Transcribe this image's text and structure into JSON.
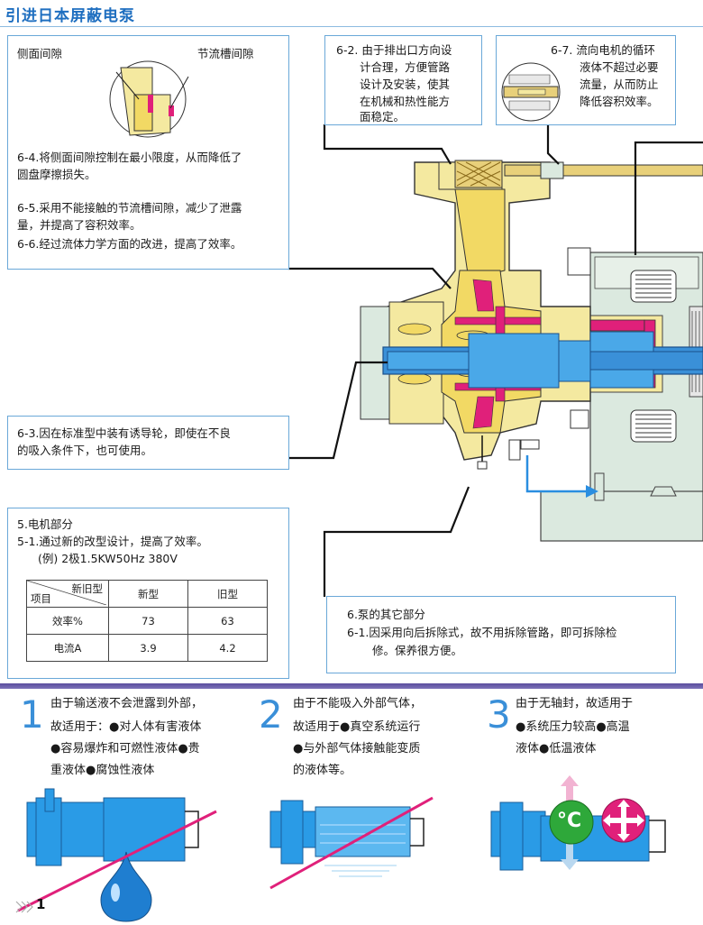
{
  "header": {
    "title": "引进日本屏蔽电泵"
  },
  "box_64": {
    "label_side": "侧面间隙",
    "label_groove": "节流槽间隙",
    "lines": [
      "6-4.将侧面间隙控制在最小限度，从而降低了",
      "圆盘摩擦损失。",
      "6-5.采用不能接触的节流槽间隙，减少了泄露",
      "量，并提高了容积效率。",
      "6-6.经过流体力学方面的改进，提高了效率。"
    ]
  },
  "box_62": {
    "lines": [
      "6-2. 由于排出口方向设",
      "计合理，方便管路",
      "设计及安装，使其",
      "在机械和热性能方",
      "面稳定。"
    ]
  },
  "box_67": {
    "lines": [
      "6-7. 流向电机的循环",
      "液体不超过必要",
      "流量，从而防止",
      "降低容积效率。"
    ]
  },
  "box_63": {
    "lines": [
      "6-3.因在标准型中装有诱导轮，即使在不良",
      "的吸入条件下，也可使用。"
    ]
  },
  "box_5": {
    "lines": [
      "5.电机部分",
      "5-1.通过新的改型设计，提高了效率。",
      "(例) 2极1.5KW50Hz 380V"
    ],
    "table": {
      "corner_top": "新旧型",
      "corner_bottom": "项目",
      "col_new": "新型",
      "col_old": "旧型",
      "rows": [
        {
          "item": "效率%",
          "new": "73",
          "old": "63"
        },
        {
          "item": "电流A",
          "new": "3.9",
          "old": "4.2"
        }
      ]
    }
  },
  "box_6": {
    "lines": [
      "6.泵的其它部分",
      "6-1.因采用向后拆除式，故不用拆除管路，即可拆除检",
      "修。保养很方便。"
    ]
  },
  "advantages": [
    {
      "num": "1",
      "lines": [
        "由于输送液不会泄露到外部，",
        "故适用于：●对人体有害液体",
        "●容易爆炸和可燃性液体●贵",
        "重液体●腐蚀性液体"
      ]
    },
    {
      "num": "2",
      "lines": [
        "由于不能吸入外部气体，",
        "故适用于●真空系统运行",
        "●与外部气体接触能变质",
        "的液体等。"
      ]
    },
    {
      "num": "3",
      "lines": [
        "由于无轴封，故适用于",
        "●系统压力较高●高温",
        "液体●低温液体"
      ]
    }
  ],
  "icons": {
    "celsius": "°C",
    "pressure": "pressure-arrows"
  },
  "footer": {
    "page": "1"
  },
  "colors": {
    "accent_blue": "#2a8ee0",
    "magenta": "#e0207a",
    "pump_yellow": "#f4e9a0",
    "pale_green": "#d8e8dc",
    "light_blue": "#4aa8e8"
  }
}
